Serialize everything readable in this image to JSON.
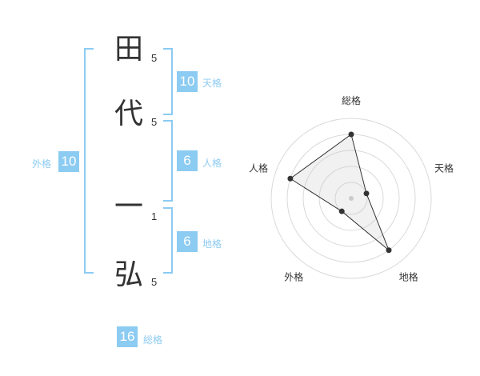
{
  "name": {
    "chars": [
      {
        "char": "田",
        "strokes": "5"
      },
      {
        "char": "代",
        "strokes": "5"
      },
      {
        "char": "一",
        "strokes": "1"
      },
      {
        "char": "弘",
        "strokes": "5"
      }
    ]
  },
  "kaku": {
    "tenkaku": {
      "value": "10",
      "label": "天格"
    },
    "jinkaku": {
      "value": "6",
      "label": "人格"
    },
    "chikaku": {
      "value": "6",
      "label": "地格"
    },
    "gaikaku": {
      "value": "10",
      "label": "外格"
    },
    "soukaku": {
      "value": "16",
      "label": "総格"
    }
  },
  "colors": {
    "accent": "#8ccbf2",
    "text": "#333333"
  },
  "chart_data": {
    "type": "radar",
    "categories": [
      "総格",
      "天格",
      "地格",
      "外格",
      "人格"
    ],
    "values": [
      4,
      1,
      4,
      1,
      4
    ],
    "rmax": 5,
    "rings": 5
  }
}
